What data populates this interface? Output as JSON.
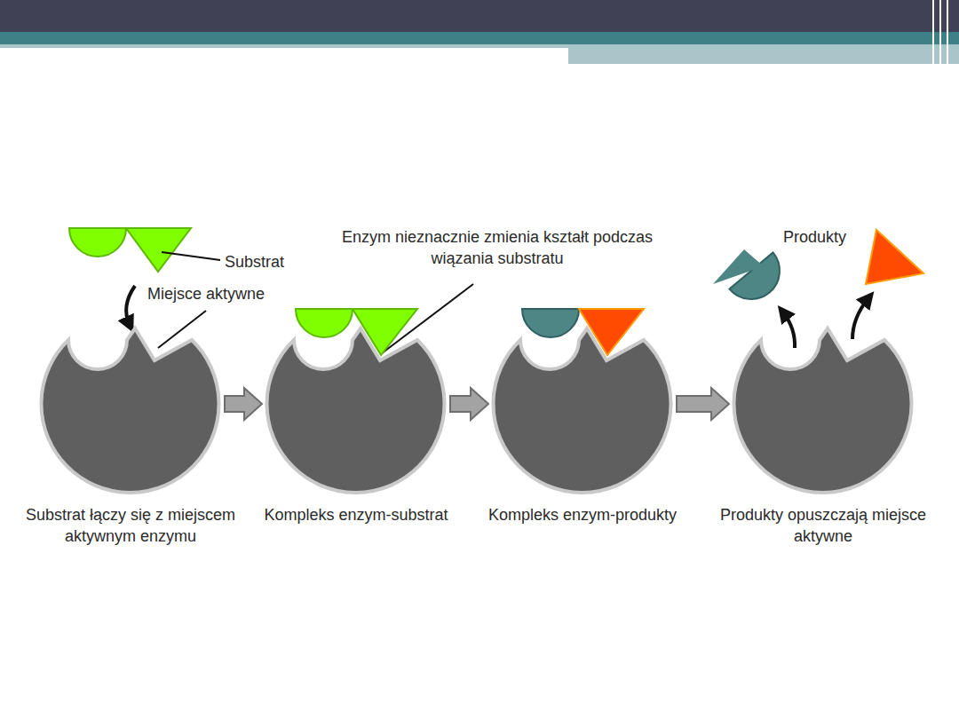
{
  "diagram": {
    "nodes": [
      {
        "text": [
          "Substrat łączy się z miejscem aktywnym enzymu"
        ]
      },
      {
        "text": [
          "Kompleks enzym-substrat"
        ]
      },
      {
        "text": [
          "Kompleks enzym-produkty"
        ]
      },
      {
        "text": [
          "Produkty opuszczają miejsce aktywne"
        ]
      }
    ],
    "edges": [
      {
        "from": 0,
        "to": 1,
        "arrow": "to"
      },
      {
        "from": 1,
        "to": 2,
        "arrow": "to"
      },
      {
        "from": 2,
        "to": 3,
        "arrow": "to"
      }
    ],
    "labels": [
      "Substrat",
      "Miejsce aktywne",
      "Enzym nieznacznie zmienia kształt podczas wiązania substratu",
      "Produkty"
    ]
  }
}
